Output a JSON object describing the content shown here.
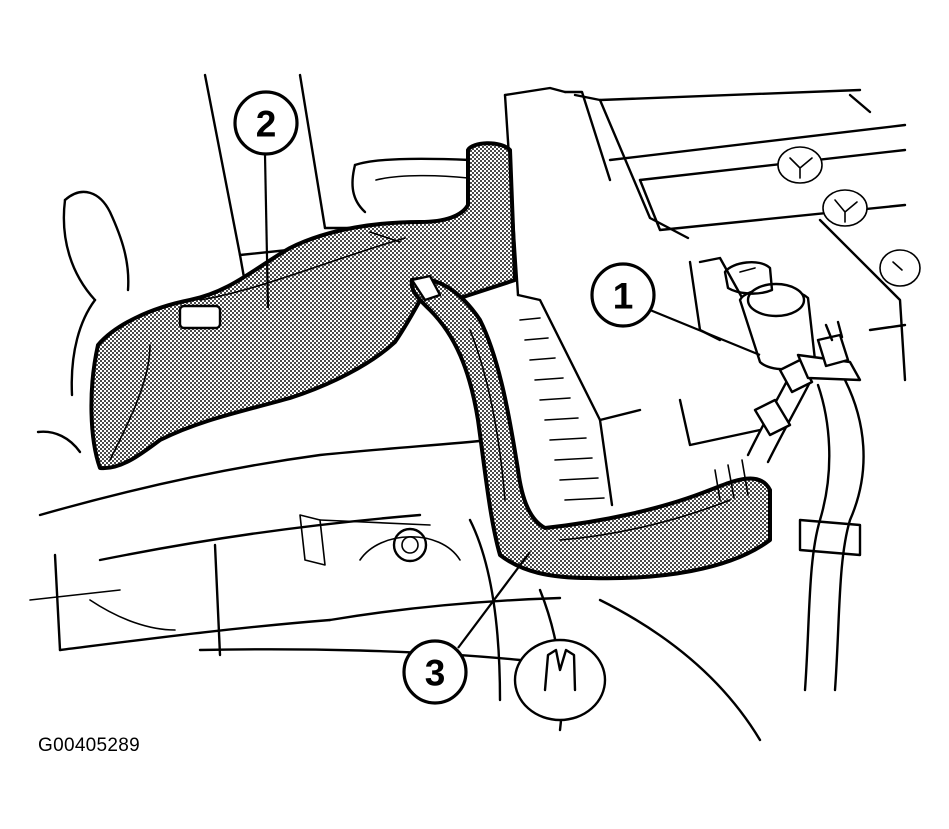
{
  "figure": {
    "id": "G00405289",
    "callouts": [
      {
        "number": "1",
        "target": "battery-terminal-cover"
      },
      {
        "number": "2",
        "target": "air-duct-cover"
      },
      {
        "number": "3",
        "target": "cable-harness"
      }
    ]
  },
  "colors": {
    "line": "#000000",
    "background": "#ffffff",
    "shade": "#808080"
  }
}
